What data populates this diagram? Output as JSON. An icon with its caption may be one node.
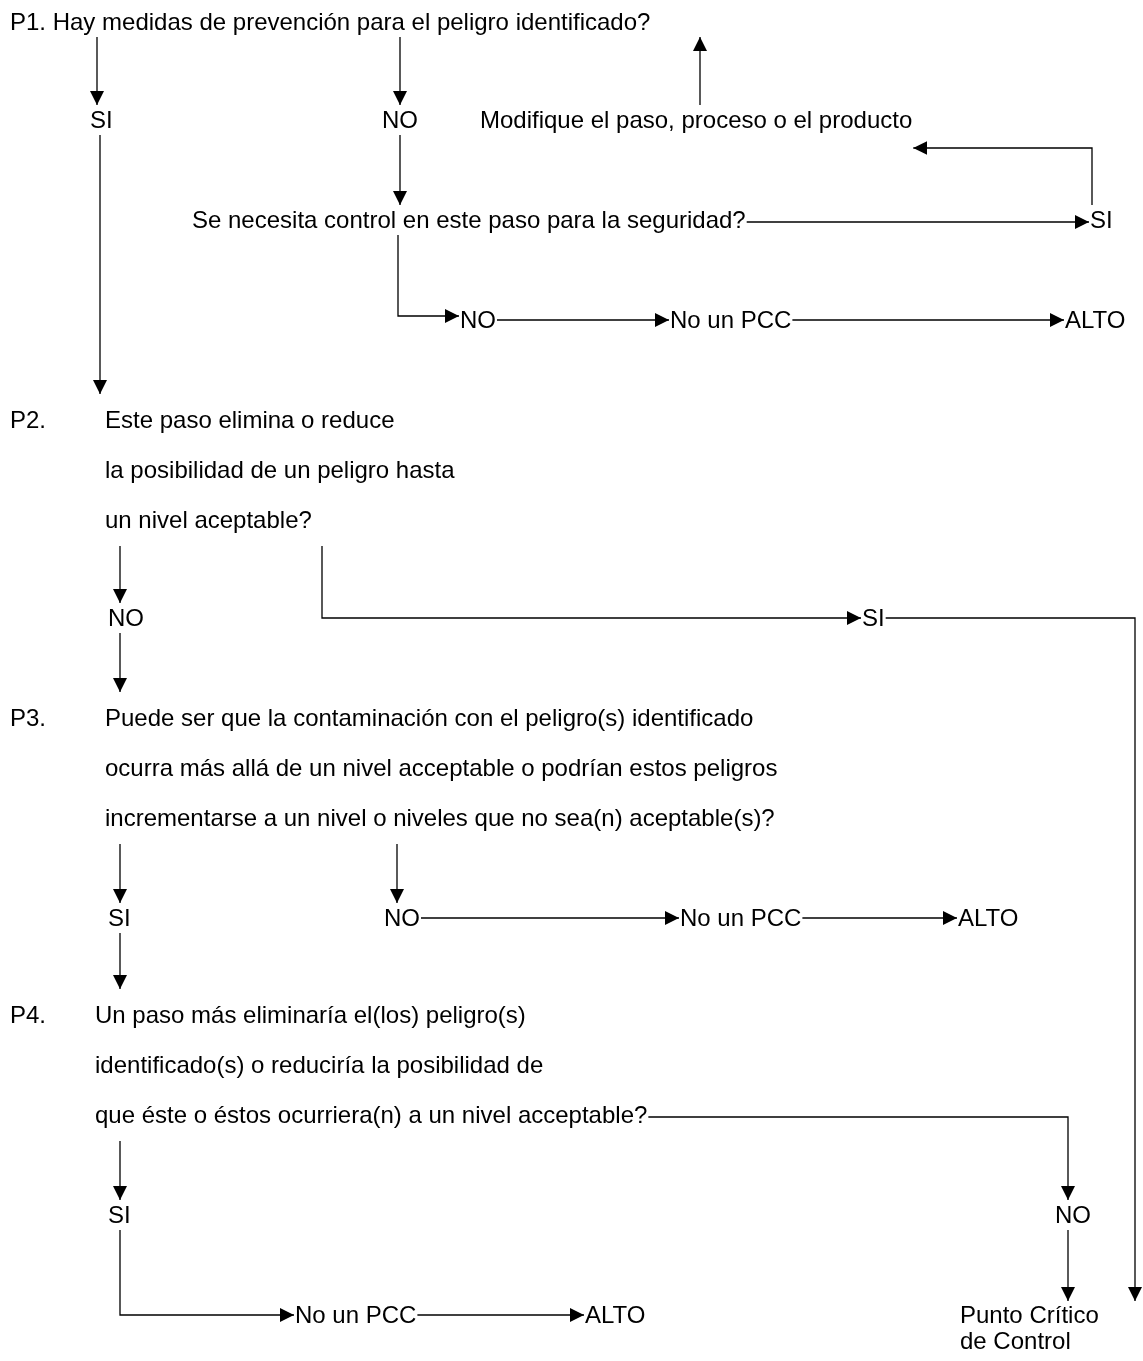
{
  "diagram": {
    "nodes": [
      {
        "text": [
          "P1. Hay medidas de prevención para el peligro identificado?"
        ]
      },
      {
        "text": [
          "SI"
        ]
      },
      {
        "text": [
          "NO"
        ]
      },
      {
        "text": [
          "Modifique el paso, proceso o el producto"
        ]
      },
      {
        "text": [
          "Se necesita control en este paso para la seguridad?"
        ]
      },
      {
        "text": [
          "SI"
        ]
      },
      {
        "text": [
          "NO"
        ]
      },
      {
        "text": [
          "No un PCC"
        ]
      },
      {
        "text": [
          "ALTO"
        ]
      },
      {
        "text": [
          "P2.",
          "Este paso elimina o reduce la posibilidad de un peligro hasta un nivel aceptable?"
        ]
      },
      {
        "text": [
          "NO"
        ]
      },
      {
        "text": [
          "SI"
        ]
      },
      {
        "text": [
          "P3.",
          "Puede ser que la contaminación con el peligro(s) identificado ocurra más allá de un nivel acceptable o podrían estos peligros incrementarse a un nivel o niveles que no sea(n) aceptable(s)?"
        ]
      },
      {
        "text": [
          "SI"
        ]
      },
      {
        "text": [
          "NO"
        ]
      },
      {
        "text": [
          "No un PCC"
        ]
      },
      {
        "text": [
          "ALTO"
        ]
      },
      {
        "text": [
          "P4.",
          "Un paso más eliminaría el(los) peligro(s) identificado(s) o reduciría la posibilidad de que éste o éstos ocurriera(n) a un nivel acceptable?"
        ]
      },
      {
        "text": [
          "SI"
        ]
      },
      {
        "text": [
          "NO"
        ]
      },
      {
        "text": [
          "No un PCC"
        ]
      },
      {
        "text": [
          "ALTO"
        ]
      },
      {
        "text": [
          "Punto Crítico de Control"
        ]
      }
    ],
    "edges": [
      {
        "from": 0,
        "to": 1,
        "arrow": "to"
      },
      {
        "from": 0,
        "to": 2,
        "arrow": "to"
      },
      {
        "from": 2,
        "to": 4,
        "arrow": "to"
      },
      {
        "from": 4,
        "to": 5,
        "arrow": "to"
      },
      {
        "from": 5,
        "to": 3,
        "arrow": "to"
      },
      {
        "from": 3,
        "to": 0,
        "arrow": "to"
      },
      {
        "from": 4,
        "to": 6,
        "arrow": "to"
      },
      {
        "from": 6,
        "to": 7,
        "arrow": "to"
      },
      {
        "from": 7,
        "to": 8,
        "arrow": "to"
      },
      {
        "from": 1,
        "to": 9,
        "arrow": "to"
      },
      {
        "from": 9,
        "to": 10,
        "arrow": "to"
      },
      {
        "from": 9,
        "to": 11,
        "arrow": "to"
      },
      {
        "from": 11,
        "to": 22,
        "arrow": "to"
      },
      {
        "from": 10,
        "to": 12,
        "arrow": "to"
      },
      {
        "from": 12,
        "to": 13,
        "arrow": "to"
      },
      {
        "from": 12,
        "to": 14,
        "arrow": "to"
      },
      {
        "from": 14,
        "to": 15,
        "arrow": "to"
      },
      {
        "from": 15,
        "to": 16,
        "arrow": "to"
      },
      {
        "from": 13,
        "to": 17,
        "arrow": "to"
      },
      {
        "from": 17,
        "to": 18,
        "arrow": "to"
      },
      {
        "from": 17,
        "to": 19,
        "arrow": "to"
      },
      {
        "from": 19,
        "to": 22,
        "arrow": "to"
      },
      {
        "from": 18,
        "to": 20,
        "arrow": "to"
      },
      {
        "from": 20,
        "to": 21,
        "arrow": "to"
      }
    ]
  }
}
